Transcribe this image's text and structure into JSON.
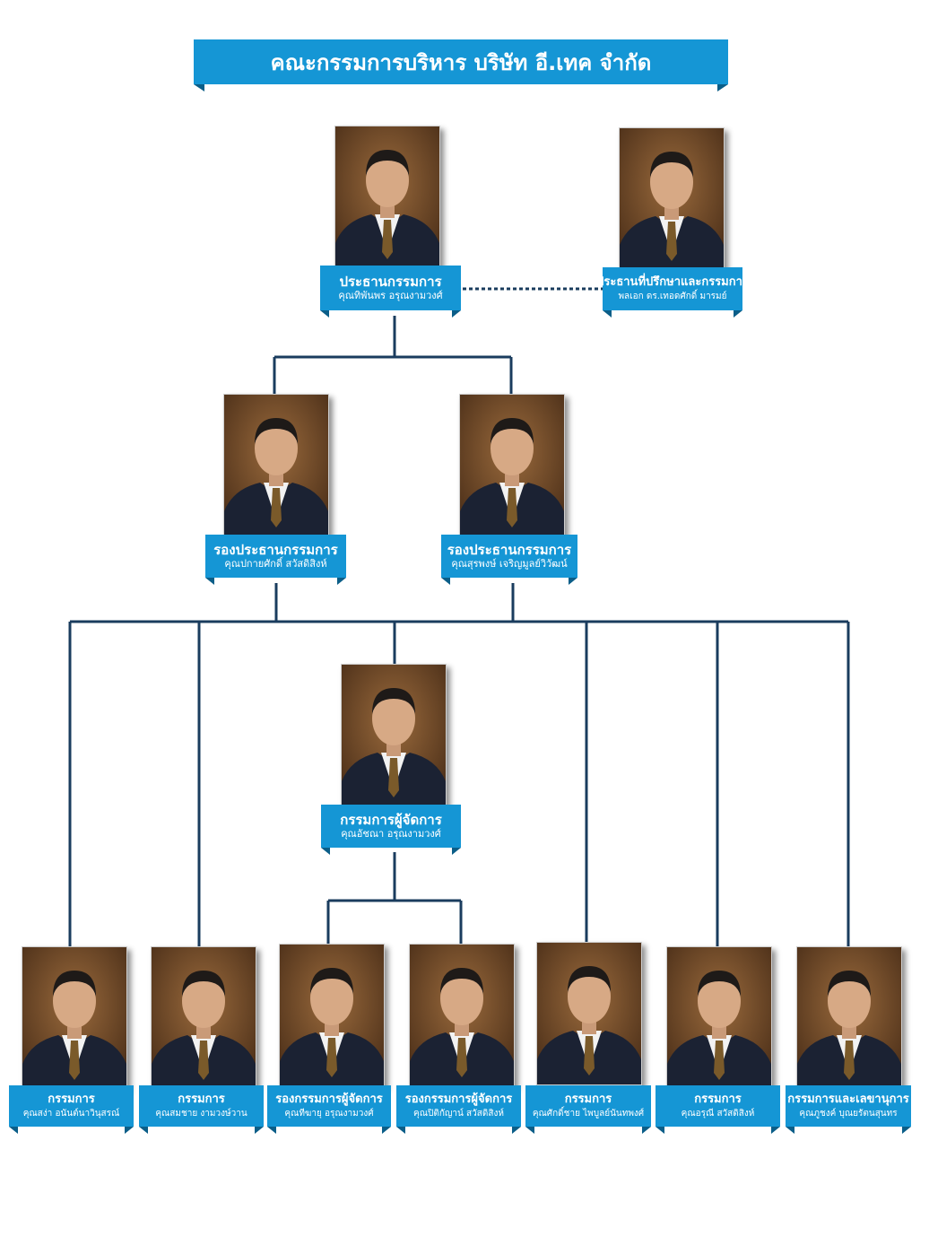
{
  "title": "คณะกรรมการบริหาร บริษัท อี.เทค จำกัด",
  "colors": {
    "banner": "#1596d5",
    "banner_fold": "#0b5e88",
    "connector": "#1a3c5e"
  },
  "members": [
    {
      "role": "ประธานกรรมการ",
      "name": "คุณทิพันพร อรุณงามวงศ์"
    },
    {
      "role": "ประธานที่ปรึกษาและกรรมการ",
      "name": "พลเอก ดร.เทอดศักดิ์ มารมย์"
    },
    {
      "role": "รองประธานกรรมการ",
      "name": "คุณปกายศักดิ์ สวัสดิสิงห์"
    },
    {
      "role": "รองประธานกรรมการ",
      "name": "คุณสุรพงษ์ เจริญมูลย์วิวัฒน์"
    },
    {
      "role": "กรรมการผู้จัดการ",
      "name": "คุณอัชณา อรุณงามวงศ์"
    },
    {
      "role": "กรรมการ",
      "name": "คุณสง่า อนันต์นาวินุสรณ์"
    },
    {
      "role": "กรรมการ",
      "name": "คุณสมชาย งามวงษ์วาน"
    },
    {
      "role": "รองกรรมการผู้จัดการ",
      "name": "คุณทีฆายุ อรุณงามวงศ์"
    },
    {
      "role": "รองกรรมการผู้จัดการ",
      "name": "คุณปิติกัญาน์ สวัสดิสิงห์"
    },
    {
      "role": "กรรมการ",
      "name": "คุณศักดิ์ชาย ไพบูลย์นันทพงศ์"
    },
    {
      "role": "กรรมการ",
      "name": "คุณอรุณี สวัสดิสิงห์"
    },
    {
      "role": "กรรมการและเลขานุการ",
      "name": "คุณภูชงค์ บุณยรัตนสุนทร"
    }
  ]
}
